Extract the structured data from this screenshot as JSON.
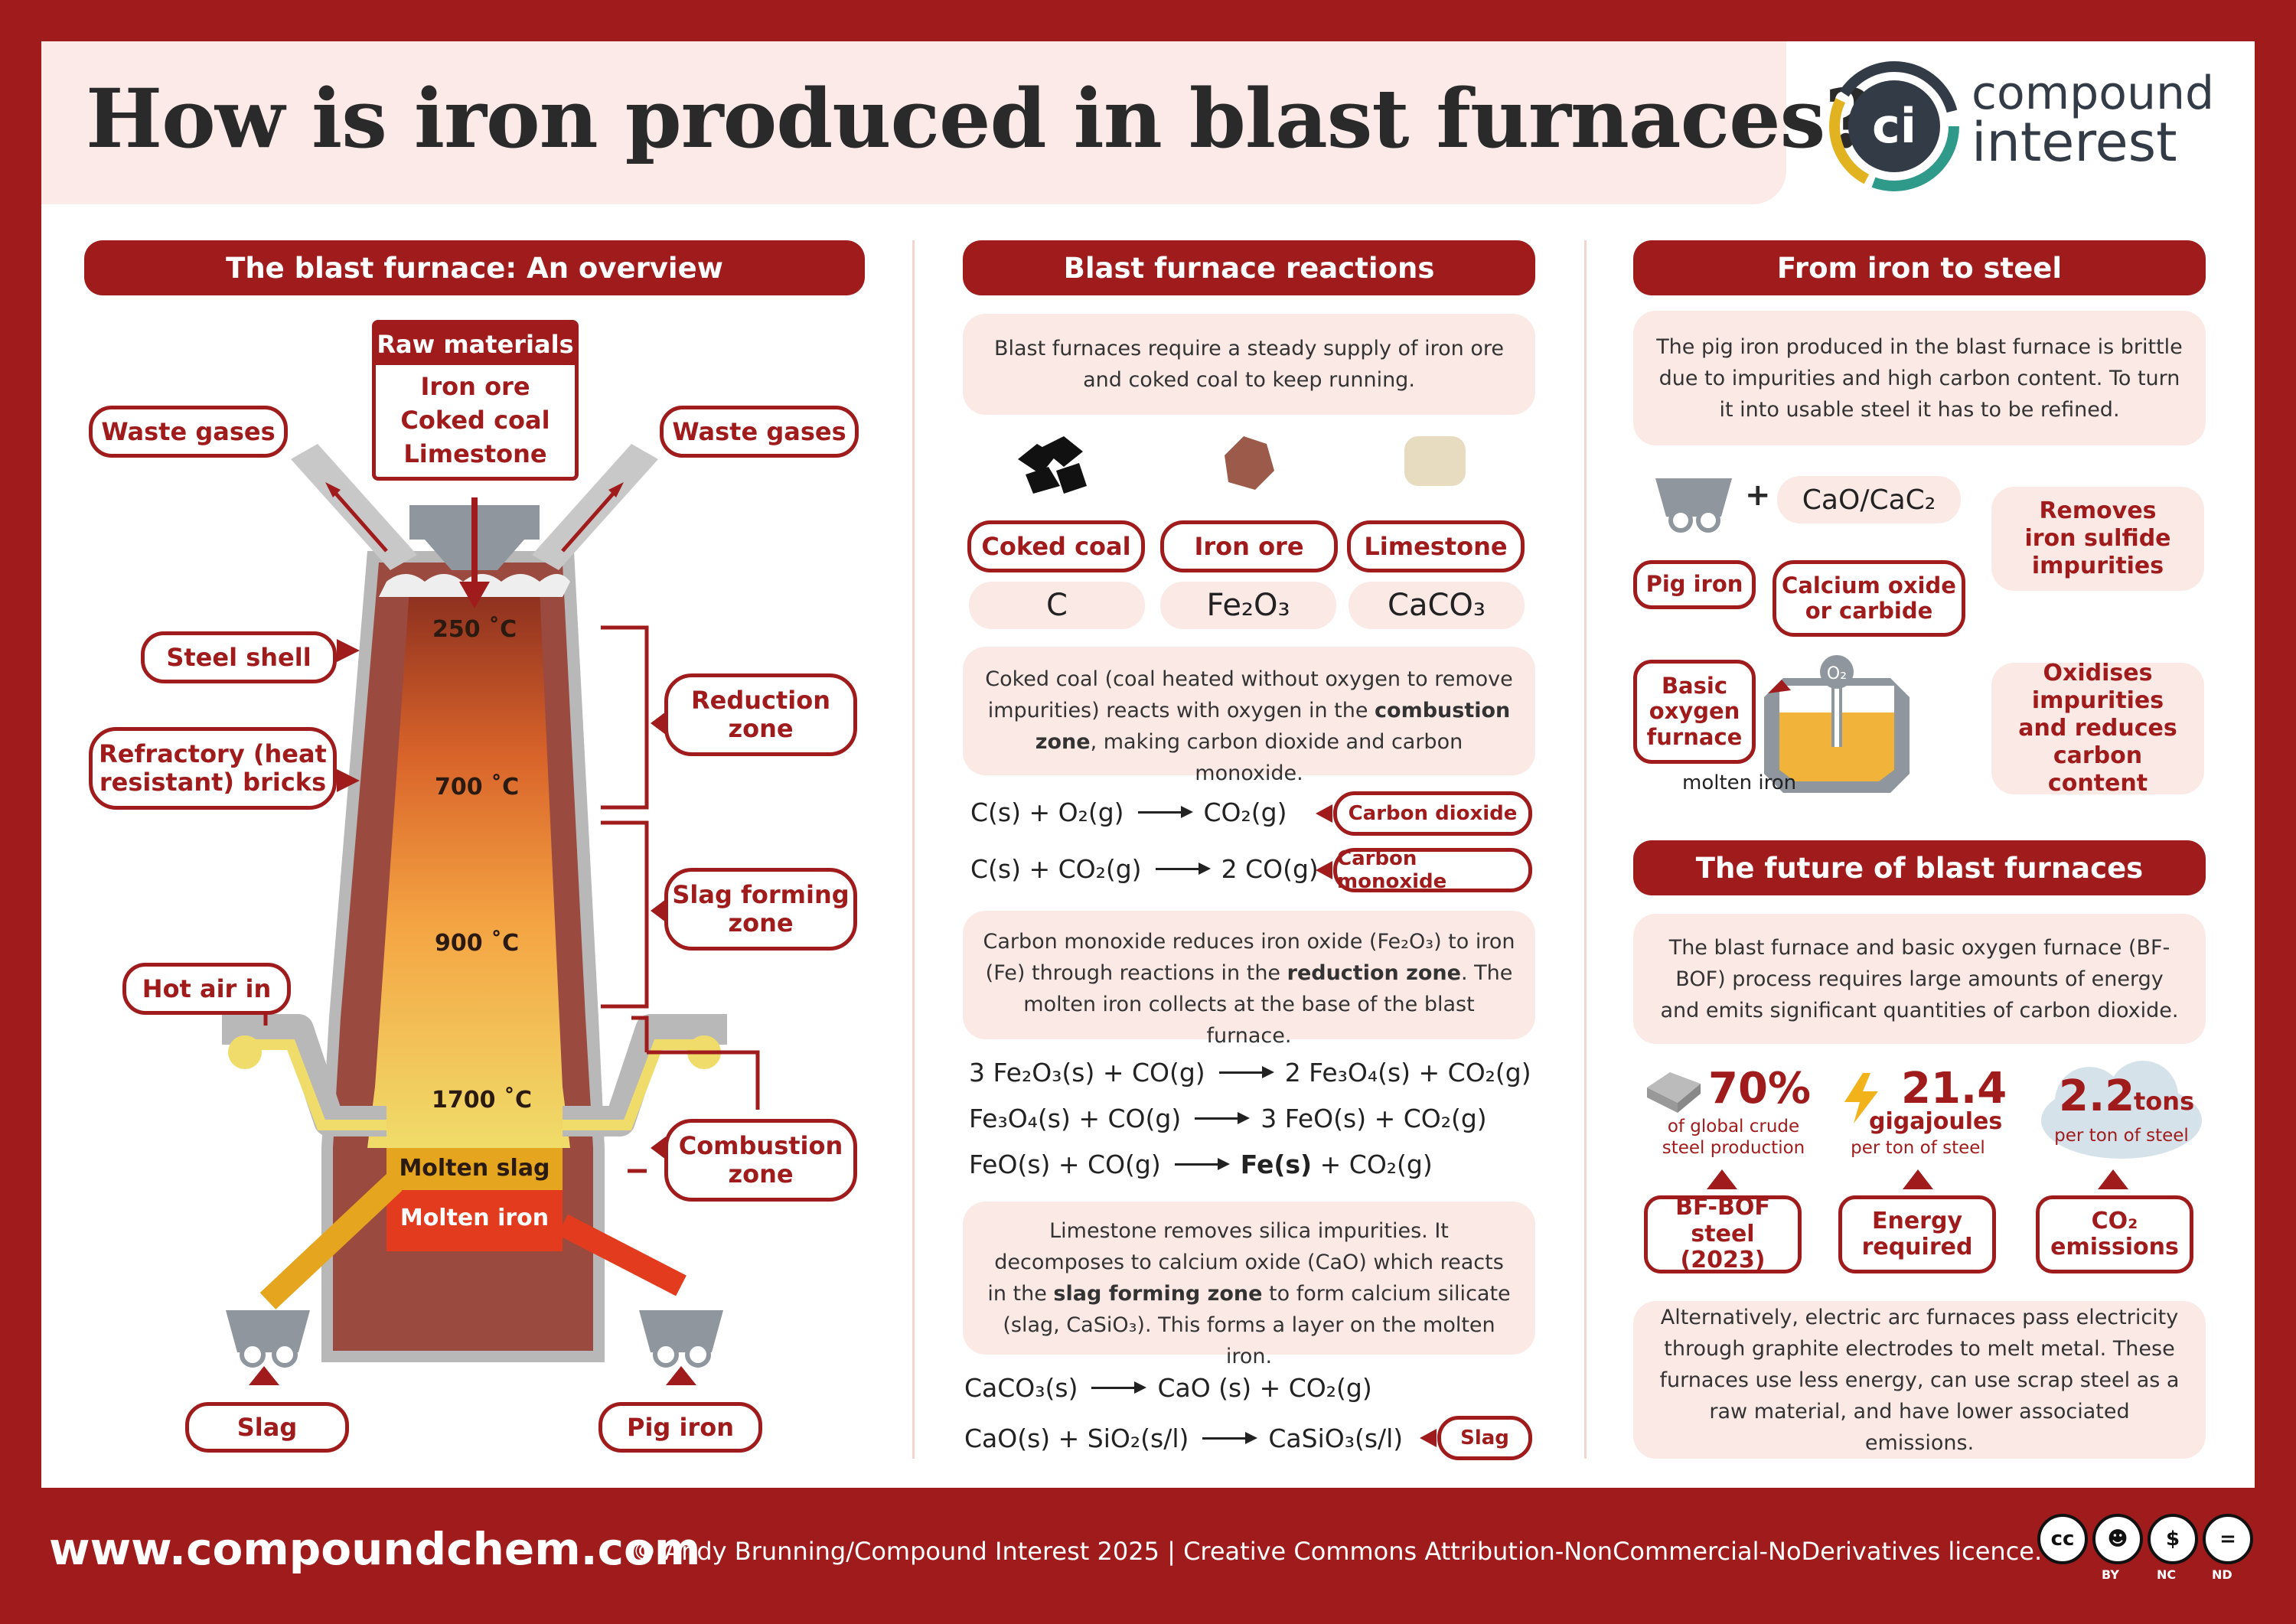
{
  "header": {
    "title": "How is iron produced in blast furnaces?",
    "logo_line1": "compound",
    "logo_line2": "interest",
    "logo_mark": "ci"
  },
  "overview": {
    "heading": "The blast furnace: An overview",
    "raw_materials_title": "Raw materials",
    "raw_materials": [
      "Iron ore",
      "Coked coal",
      "Limestone"
    ],
    "waste_gases_left": "Waste gases",
    "waste_gases_right": "Waste gases",
    "steel_shell": "Steel shell",
    "refractory": "Refractory (heat resistant) bricks",
    "hot_air": "Hot air in",
    "reduction_zone": "Reduction zone",
    "slag_forming_zone": "Slag forming zone",
    "combustion_zone": "Combustion zone",
    "temps": [
      "250 ˚C",
      "700 ˚C",
      "900 ˚C",
      "1700 ˚C"
    ],
    "molten_slag": "Molten slag",
    "molten_iron": "Molten iron",
    "slag": "Slag",
    "pig_iron": "Pig iron"
  },
  "reactions": {
    "heading": "Blast furnace reactions",
    "intro": "Blast furnaces require a steady supply of iron ore and coked coal to keep running.",
    "materials": [
      {
        "name": "Coked coal",
        "formula": "C",
        "icon": "coal-icon"
      },
      {
        "name": "Iron ore",
        "formula": "Fe₂O₃",
        "icon": "iron-ore-icon"
      },
      {
        "name": "Limestone",
        "formula": "CaCO₃",
        "icon": "limestone-icon"
      }
    ],
    "combustion_text_pre": "Coked coal (coal heated without oxygen to remove impurities) reacts with oxygen in the ",
    "combustion_text_bold1": "combustion zone",
    "combustion_text_post": ", making carbon dioxide and carbon monoxide.",
    "eq1_left": "C(s) + O₂(g)",
    "eq1_right": "CO₂(g)",
    "eq1_tag": "Carbon dioxide",
    "eq2_left": "C(s) + CO₂(g)",
    "eq2_right": "2 CO(g)",
    "eq2_tag": "Carbon monoxide",
    "reduction_text_pre": "Carbon monoxide reduces iron oxide (Fe₂O₃) to iron (Fe) through reactions in the ",
    "reduction_text_bold": "reduction zone",
    "reduction_text_post": ". The molten iron collects at the base of the blast furnace.",
    "eq3_left": "3 Fe₂O₃(s) + CO(g)",
    "eq3_right": "2 Fe₃O₄(s) + CO₂(g)",
    "eq4_left": "Fe₃O₄(s) + CO(g)",
    "eq4_right": "3 FeO(s) + CO₂(g)",
    "eq5_left": "FeO(s) + CO(g)",
    "eq5_right_bold": "Fe(s)",
    "eq5_right_rest": " + CO₂(g)",
    "limestone_text_pre": "Limestone removes silica impurities. It decomposes to calcium oxide (CaO) which reacts in the ",
    "limestone_text_bold": "slag forming zone",
    "limestone_text_post": " to form calcium silicate (slag, CaSiO₃). This forms a layer on the molten iron.",
    "eq6_left": "CaCO₃(s)",
    "eq6_right": "CaO (s) + CO₂(g)",
    "eq7_left": "CaO(s) + SiO₂(s/l)",
    "eq7_right": "CaSiO₃(s/l)",
    "eq7_tag": "Slag"
  },
  "steel": {
    "heading": "From iron to steel",
    "intro": "The pig iron produced in the blast furnace is brittle due to impurities and high carbon content. To turn it into usable steel it has to be refined.",
    "plus": "+",
    "reagent": "CaO/CaC₂",
    "pig_iron": "Pig iron",
    "calcium": "Calcium oxide or carbide",
    "removes": "Removes iron sulfide impurities",
    "bof": "Basic oxygen furnace",
    "o2": "O₂",
    "molten_iron": "molten iron",
    "oxidises": "Oxidises impurities and reduces carbon content"
  },
  "future": {
    "heading": "The future of blast furnaces",
    "intro": "The blast furnace and basic oxygen furnace (BF-BOF) process requires large amounts of energy and emits significant quantities of carbon dioxide.",
    "stat1_value": "70%",
    "stat1_sub": "of global crude steel production",
    "stat1_label": "BF-BOF steel (2023)",
    "stat2_value": "21.4",
    "stat2_unit": "gigajoules",
    "stat2_sub": "per ton of steel",
    "stat2_label": "Energy required",
    "stat3_value": "2.2",
    "stat3_unit": "tons",
    "stat3_sub": "per ton of steel",
    "stat3_label": "CO₂ emissions",
    "outro": "Alternatively, electric arc furnaces pass electricity through graphite electrodes to melt metal. These furnaces use less energy, can use scrap steel as a raw material, and have lower associated emissions."
  },
  "footer": {
    "url": "www.compoundchem.com",
    "copyright": "© Andy Brunning/Compound Interest 2025 | Creative Commons Attribution-NonCommercial-NoDerivatives licence.",
    "cc_icons": [
      "cc",
      "by",
      "nc",
      "nd"
    ],
    "cc_labels": [
      "BY",
      "NC",
      "ND"
    ]
  },
  "colors": {
    "brand_red": "#a01c1c",
    "pink": "#fbe9e6",
    "dark": "#2a2a2a"
  }
}
